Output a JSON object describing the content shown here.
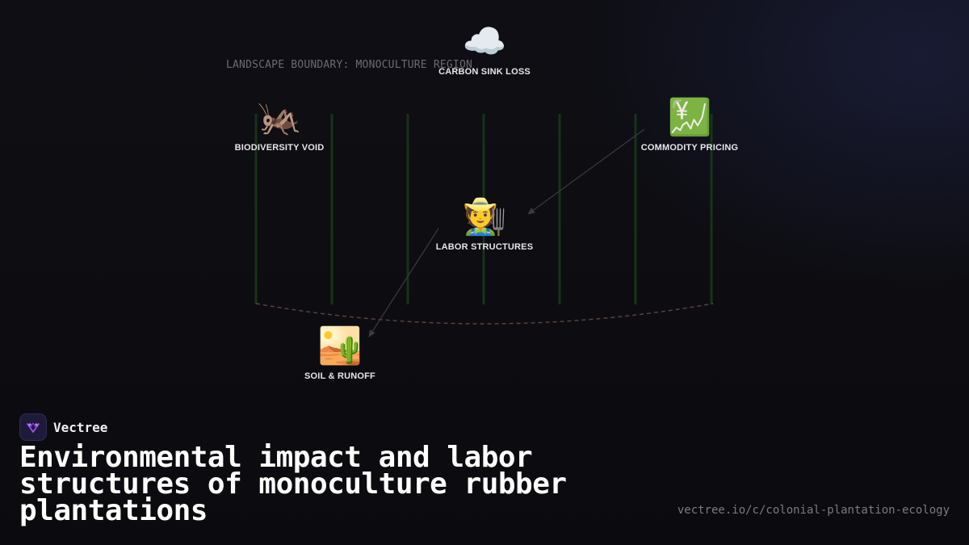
{
  "diagram": {
    "boundary_label": "LANDSCAPE BOUNDARY: MONOCULTURE REGION",
    "nodes": [
      {
        "id": "carbon",
        "icon": "cloud-icon",
        "glyph": "☁️",
        "label": "CARBON SINK LOSS"
      },
      {
        "id": "biodiversity",
        "icon": "cricket-icon",
        "glyph": "🦗",
        "label": "BIODIVERSITY VOID"
      },
      {
        "id": "commodity",
        "icon": "chart-yen-icon",
        "glyph": "💹",
        "label": "COMMODITY PRICING"
      },
      {
        "id": "labor",
        "icon": "farmer-icon",
        "glyph": "🧑‍🌾",
        "label": "LABOR STRUCTURES"
      },
      {
        "id": "soil",
        "icon": "desert-icon",
        "glyph": "🏜️",
        "label": "SOIL & RUNOFF"
      }
    ],
    "edges": [
      {
        "from": "commodity",
        "to": "labor"
      },
      {
        "from": "labor",
        "to": "soil"
      }
    ],
    "colors": {
      "tree_row": "#173318",
      "boundary_curve": "#5a4540",
      "edge": "#3a3a40"
    }
  },
  "brand": {
    "name": "Vectree",
    "logo_icon": "vectree-logo-icon",
    "logo_color": "#a855f7"
  },
  "page": {
    "title": "Environmental impact and labor structures of monoculture rubber plantations",
    "url": "vectree.io/c/colonial-plantation-ecology"
  }
}
